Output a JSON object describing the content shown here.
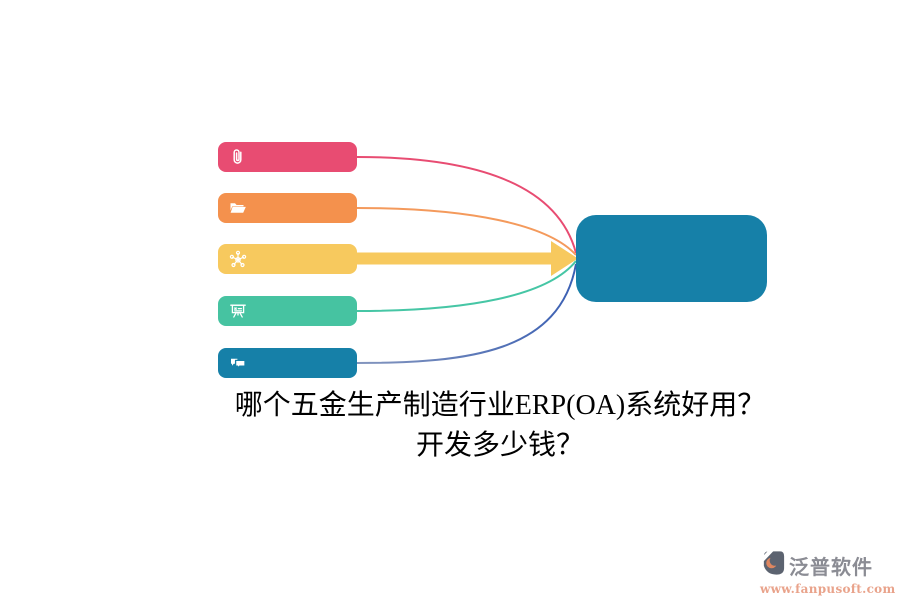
{
  "diagram": {
    "nodes": [
      {
        "name": "attachment",
        "icon": "paperclip-icon",
        "color": "#E84C72",
        "line_color": "#E84C72"
      },
      {
        "name": "folder",
        "icon": "open-folder-icon",
        "color": "#F4914D",
        "line_color": "#F49A5C"
      },
      {
        "name": "network",
        "icon": "network-hub-icon",
        "color": "#F7C95E",
        "line_color": "#F7C95E"
      },
      {
        "name": "presentation",
        "icon": "presentation-board-icon",
        "color": "#46C3A1",
        "line_color": "#46C6A5"
      },
      {
        "name": "chat",
        "icon": "chat-bubbles-icon",
        "color": "#1680A8",
        "line_color_start": "#8496BE",
        "line_color_end": "#3A5FB3"
      }
    ],
    "hub": {
      "color": "#1680A8"
    },
    "arrow_color": "#F7C95E"
  },
  "caption": {
    "line1": "哪个五金生产制造行业ERP(OA)系统好用？",
    "line2": "开发多少钱？",
    "color": "#000000"
  },
  "watermark": {
    "brand": "泛普软件",
    "brand_color": "#8B8C94",
    "url": "www.fanpusoft.com",
    "url_color": "#E9A38B",
    "icon": "fanpu-logo-icon",
    "icon_dark": "#5C6370",
    "icon_accent": "#DE8660"
  }
}
